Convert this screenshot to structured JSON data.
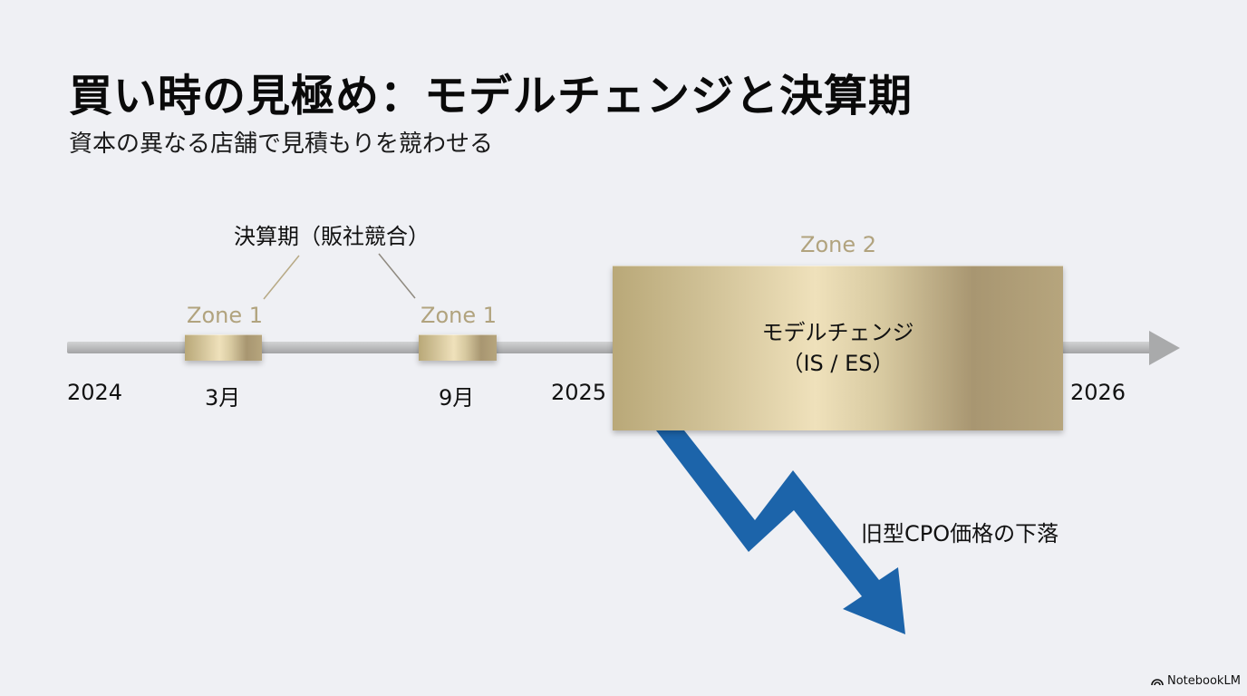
{
  "slide": {
    "title": "買い時の見極め：モデルチェンジと決算期",
    "subtitle": "資本の異なる店舗で見積もりを競わせる"
  },
  "timeline": {
    "ticks": [
      {
        "label": "2024"
      },
      {
        "label": "3月"
      },
      {
        "label": "9月"
      },
      {
        "label": "2025"
      },
      {
        "label": "2026"
      }
    ],
    "callout": "決算期（販社競合）",
    "zones": [
      {
        "label": "Zone 1",
        "month": "3月"
      },
      {
        "label": "Zone 1",
        "month": "9月"
      },
      {
        "label": "Zone 2",
        "line1": "モデルチェンジ",
        "line2": "（IS / ES）"
      }
    ],
    "drop_label": "旧型CPO価格の下落"
  },
  "colors": {
    "background": "#eff0f4",
    "gold": "#cfc095",
    "zone_label": "#b1a37e",
    "axis": "#b6b7b8",
    "drop_arrow": "#1c64aa"
  },
  "brand": {
    "icon": "notebooklm-icon",
    "label": "NotebookLM"
  }
}
